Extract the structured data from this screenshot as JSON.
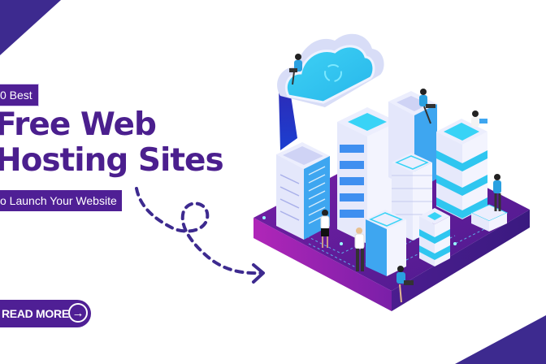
{
  "colors": {
    "accent_dark": "#3d2a8f",
    "brand_purple": "#4f1f95",
    "headline_purple": "#4b1f8e",
    "platform_magenta": "#8a1fb0",
    "server_cyan": "#2fc6f0",
    "server_light": "#e6e9fb"
  },
  "hero": {
    "kicker": "0 Best",
    "headline_line1": "Free Web",
    "headline_line2": "Hosting Sites",
    "subtitle": "o Launch Your Website"
  },
  "cta": {
    "label": "READ MORE",
    "icon": "arrow-right-circle-icon",
    "glyph": "→"
  },
  "illustration": {
    "description": "isometric cloud server data center with people",
    "icons": [
      "cloud-sync-icon",
      "server-tower-icon",
      "person-with-laptop-icon",
      "dashed-arrow-icon"
    ]
  }
}
